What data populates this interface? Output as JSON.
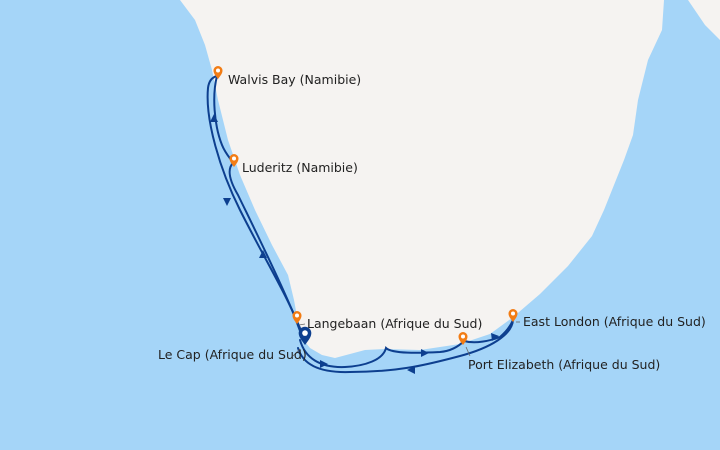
{
  "colors": {
    "sea": "#a5d5f8",
    "land": "#f5f3f1",
    "route": "#0d3f8f",
    "port_pin": "#f27c14",
    "home_pin": "#0d3f8f"
  },
  "ports": [
    {
      "name": "Walvis Bay (Namibie)",
      "icon": "map-pin-icon"
    },
    {
      "name": "Luderitz (Namibie)",
      "icon": "map-pin-icon"
    },
    {
      "name": "Langebaan (Afrique du Sud)",
      "icon": "map-pin-icon"
    },
    {
      "name": "Le Cap (Afrique du Sud)",
      "icon": "home-port-pin-icon"
    },
    {
      "name": "Port Elizabeth (Afrique du Sud)",
      "icon": "map-pin-icon"
    },
    {
      "name": "East London (Afrique du Sud)",
      "icon": "map-pin-icon"
    }
  ]
}
